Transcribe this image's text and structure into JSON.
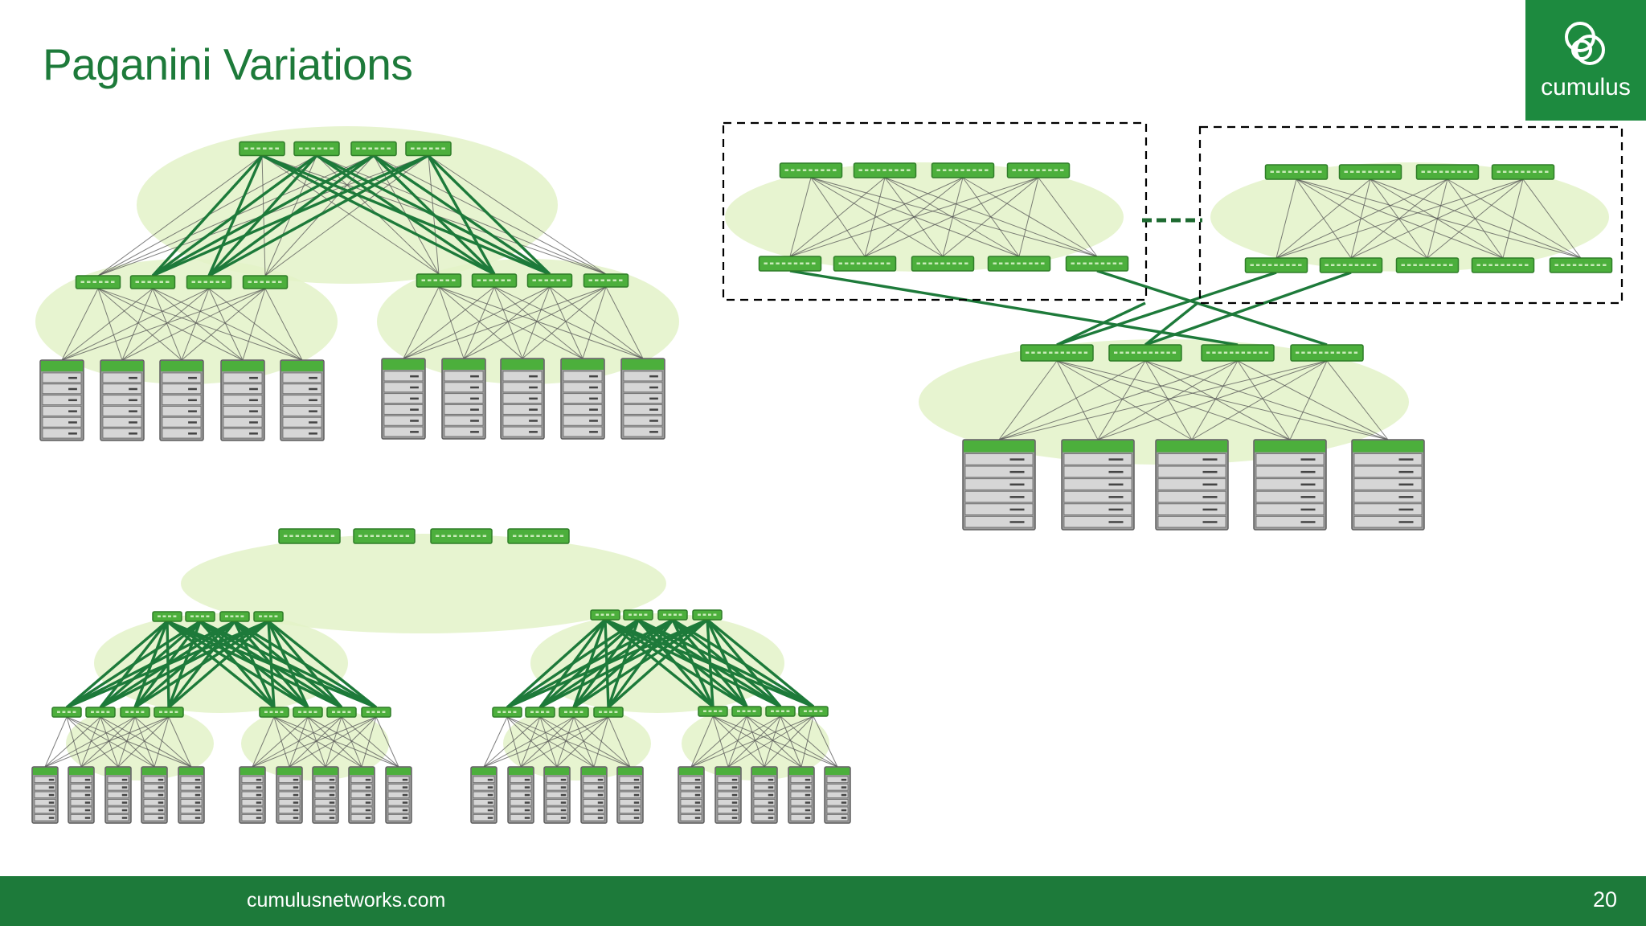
{
  "slide": {
    "title": "Paganini Variations",
    "logo_text": "cumulus",
    "footer_url": "cumulusnetworks.com",
    "page_number": "20"
  },
  "colors": {
    "brand_green": "#1d7a3a",
    "switch_green": "#4caf3c",
    "cloud_green": "#e3f2c8",
    "server_gray": "#9a9a9a",
    "link_gray": "#555555"
  },
  "icons": {
    "logo": "cumulus-rings-icon",
    "switch": "network-switch-icon",
    "server": "server-rack-icon"
  }
}
